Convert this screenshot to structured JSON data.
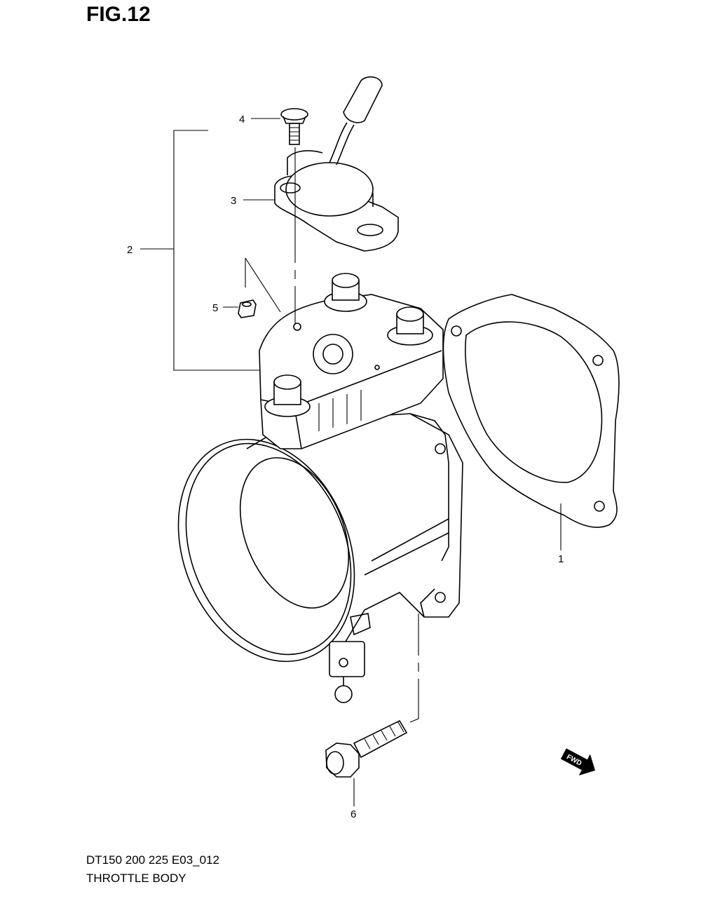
{
  "figure": {
    "title": "FIG.12",
    "code": "DT150 200 225 E03_012",
    "caption": "THROTTLE BODY"
  },
  "callouts": [
    {
      "id": "1",
      "label": "1"
    },
    {
      "id": "2",
      "label": "2"
    },
    {
      "id": "3",
      "label": "3"
    },
    {
      "id": "4",
      "label": "4"
    },
    {
      "id": "5",
      "label": "5"
    },
    {
      "id": "6",
      "label": "6"
    }
  ],
  "direction_badge": {
    "text": "FWD"
  },
  "icons": [
    "fwd-arrow-icon"
  ]
}
